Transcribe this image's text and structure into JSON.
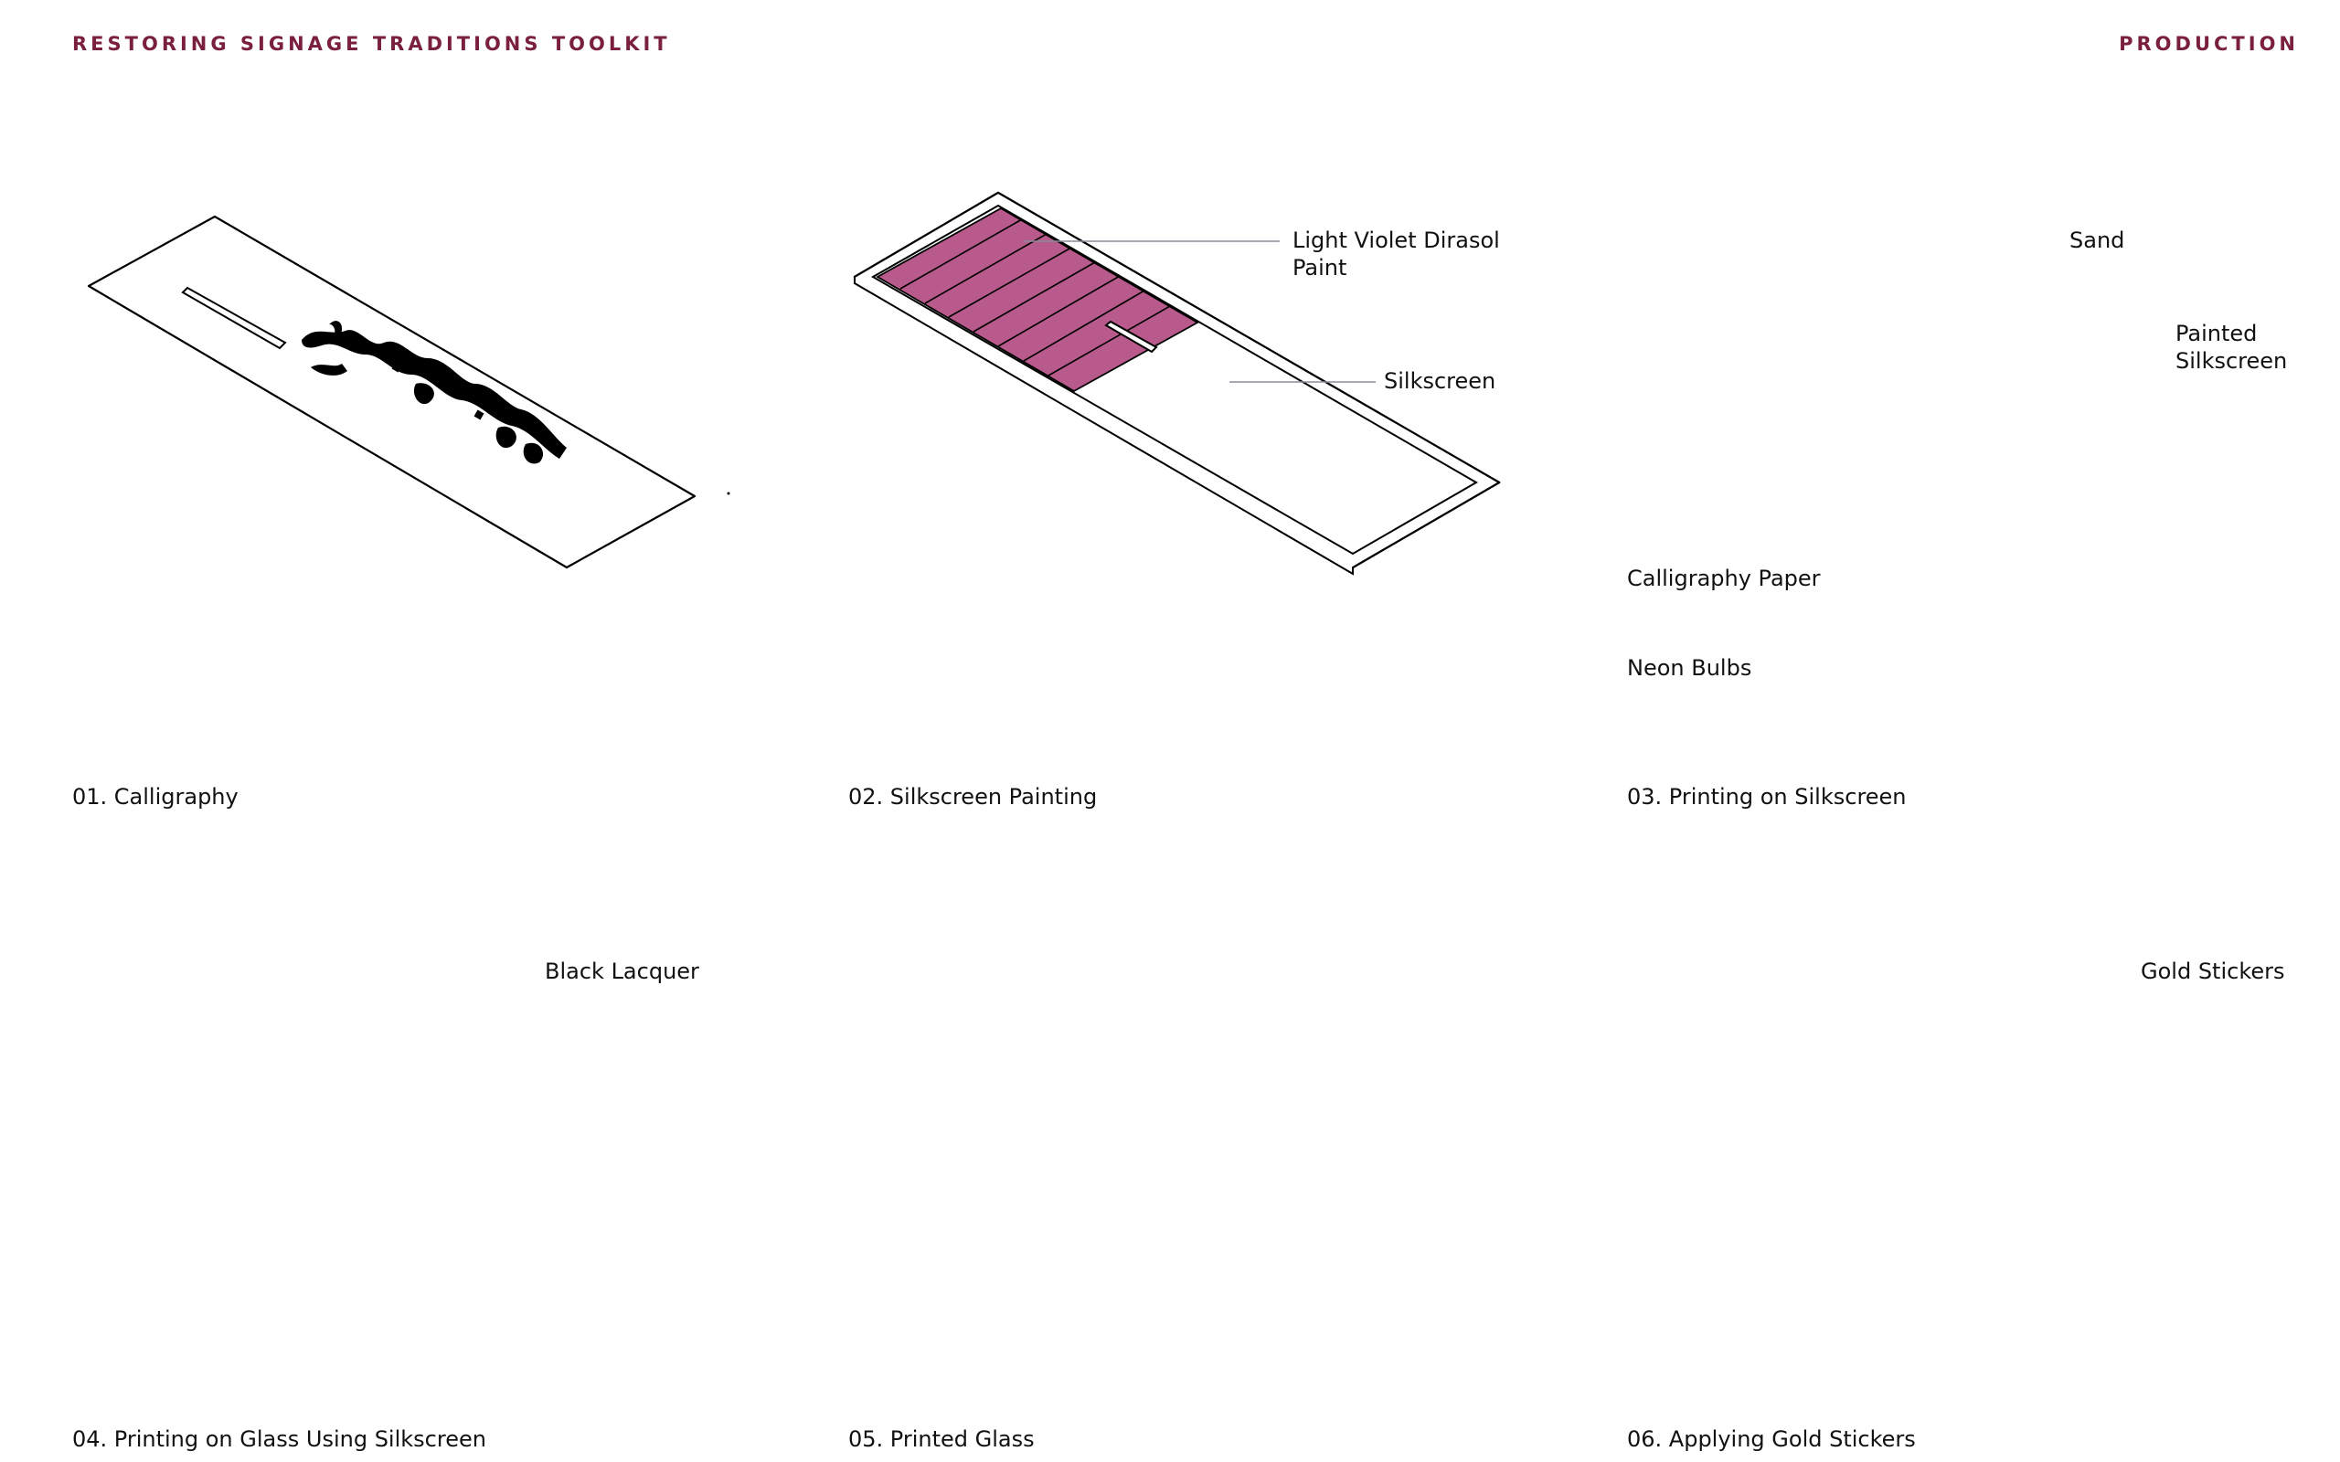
{
  "header": {
    "title": "RESTORING SIGNAGE TRADITIONS TOOLKIT",
    "section": "PRODUCTION"
  },
  "colors": {
    "accent": "#7a1f3d",
    "violet_paint": "#b85a8b",
    "silkscreen_paint": "#b85a8b",
    "sand": "#f4c6cc",
    "black_lacquer": "#2b2b2b",
    "gold": "#f3b41b"
  },
  "steps": [
    {
      "caption": "01. Calligraphy"
    },
    {
      "caption": "02. Silkscreen Painting",
      "labels": [
        "Light Violet Dirasol Paint",
        "Silkscreen"
      ]
    },
    {
      "caption": "03. Printing on Silkscreen",
      "labels": [
        "Sand",
        "Painted Silkscreen",
        "Calligraphy Paper",
        "Neon Bulbs"
      ]
    },
    {
      "caption": "04. Printing on Glass Using Silkscreen",
      "labels": [
        "Black Lacquer"
      ]
    },
    {
      "caption": "05. Printed Glass"
    },
    {
      "caption": "06. Applying Gold Stickers",
      "labels": [
        "Gold Stickers"
      ]
    }
  ]
}
